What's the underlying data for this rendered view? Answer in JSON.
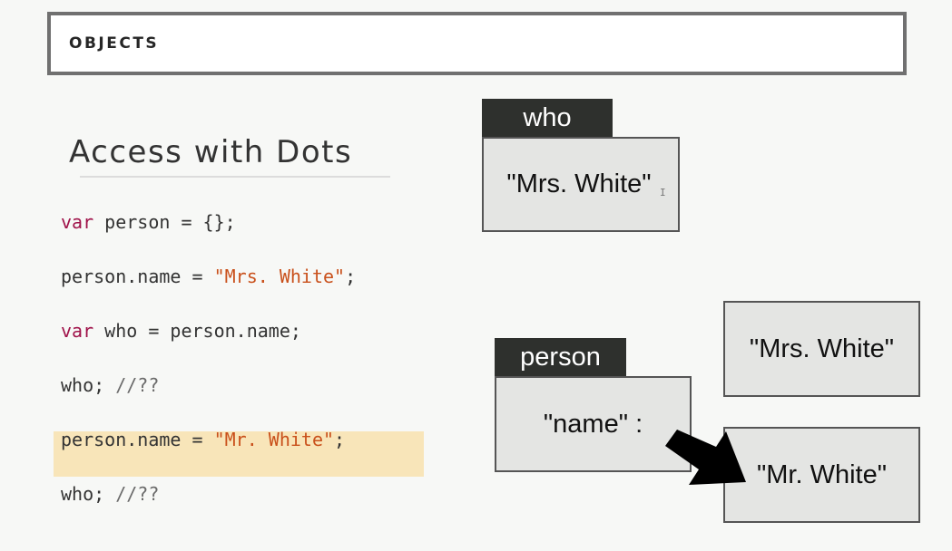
{
  "header": {
    "title": "OBJECTS"
  },
  "slide": {
    "title": "Access with Dots"
  },
  "code": {
    "line1": {
      "kw": "var",
      "rest": " person = {};"
    },
    "line2": {
      "pre": "person.name = ",
      "str": "\"Mrs. White\"",
      "post": ";"
    },
    "line3": {
      "kw": "var",
      "rest": " who = person.name;"
    },
    "line4": {
      "pre": "who; ",
      "comment": "//??"
    },
    "line5": {
      "pre": "person.name = ",
      "str": "\"Mr. White\"",
      "post": ";"
    },
    "line6": {
      "pre": "who; ",
      "comment": "//??"
    }
  },
  "diagram": {
    "who_box": {
      "label": "who",
      "value": "\"Mrs. White\""
    },
    "person_box": {
      "label": "person",
      "value": "\"name\" :"
    },
    "value_old": "\"Mrs. White\"",
    "value_new": "\"Mr. White\""
  },
  "colors": {
    "keyword": "#a0134a",
    "string": "#c9501b",
    "highlight": "#f8e5b9",
    "tab": "#2e302d",
    "box_fill": "#e4e5e3"
  }
}
